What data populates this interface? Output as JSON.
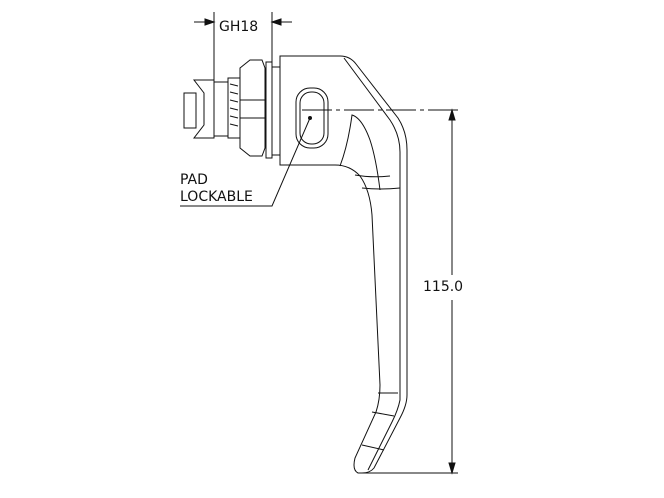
{
  "dimensions": {
    "thread_label": "GH18",
    "height_label": "115.0"
  },
  "callouts": {
    "pad_line1": "PAD",
    "pad_line2": "LOCKABLE"
  }
}
